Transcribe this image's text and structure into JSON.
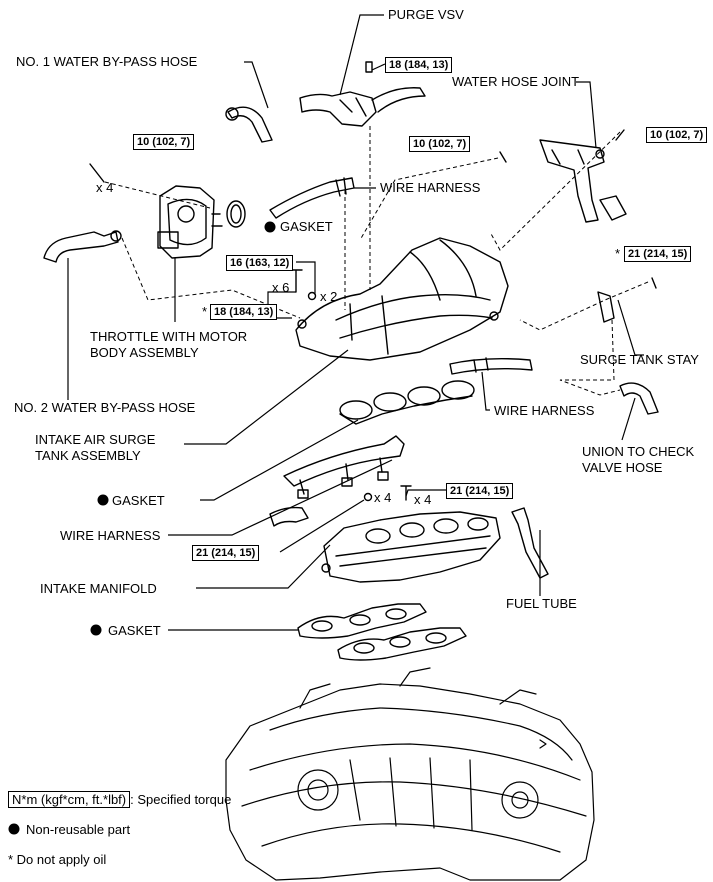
{
  "labels": {
    "purge_vsv": "PURGE VSV",
    "water_bypass_1": "NO. 1 WATER BY-PASS HOSE",
    "water_hose_joint": "WATER HOSE JOINT",
    "wire_harness_upper": "WIRE HARNESS",
    "gasket_throttle": "GASKET",
    "throttle_body": "THROTTLE WITH MOTOR\nBODY ASSEMBLY",
    "surge_tank_stay": "SURGE TANK STAY",
    "water_bypass_2": "NO. 2 WATER BY-PASS HOSE",
    "wire_harness_mid": "WIRE HARNESS",
    "union_hose": "UNION TO CHECK\nVALVE HOSE",
    "surge_tank": "INTAKE AIR SURGE\nTANK ASSEMBLY",
    "gasket_surge": "GASKET",
    "wire_harness_lower": "WIRE HARNESS",
    "intake_manifold": "INTAKE MANIFOLD",
    "fuel_tube": "FUEL TUBE",
    "gasket_manifold": "GASKET"
  },
  "torques": {
    "purge_vsv_bolt": "18 (184, 13)",
    "throttle_bolt": "10 (102, 7)",
    "hose_joint_left": "10 (102, 7)",
    "hose_joint_right": "10 (102, 7)",
    "surge_nut": "16 (163, 12)",
    "surge_bolt": "18 (184, 13)",
    "stay_bolt": "21 (214, 15)",
    "manifold_bolt": "21 (214, 15)",
    "manifold_nut": "21 (214, 15)"
  },
  "multipliers": {
    "throttle_bolts": "x 4",
    "surge_bolts": "x 6",
    "surge_nuts": "x 2",
    "manifold_nuts": "x 4",
    "manifold_bolts": "x 4"
  },
  "symbols": {
    "star": "*"
  },
  "legend": {
    "torque_box": "N*m (kgf*cm, ft.*lbf)",
    "torque_text": ": Specified torque",
    "non_reusable": "Non-reusable part",
    "no_oil": "* Do not apply oil"
  }
}
